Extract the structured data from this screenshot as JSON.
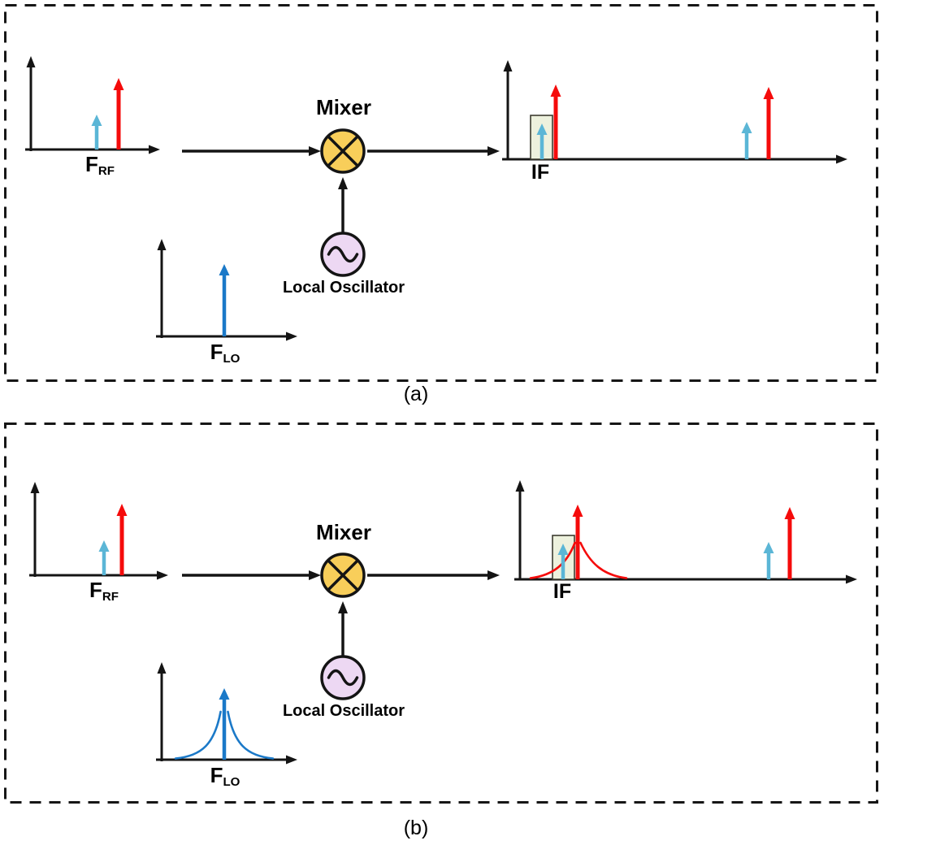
{
  "colors": {
    "red": "#F50B0B",
    "cyan": "#5BB6D6",
    "blue": "#1B79C8",
    "mixer_fill": "#F8CE5A",
    "lo_fill": "#EDD8F3",
    "if_fill": "#EDF1DD"
  },
  "panel_a": {
    "caption": "(a)",
    "mixer_label": "Mixer",
    "lo_label": "Local Oscillator",
    "rf_label": {
      "base": "F",
      "sub": "RF"
    },
    "lo_axis_label": {
      "base": "F",
      "sub": "LO"
    },
    "if_label": "IF"
  },
  "panel_b": {
    "caption": "(b)",
    "mixer_label": "Mixer",
    "lo_label": "Local Oscillator",
    "rf_label": {
      "base": "F",
      "sub": "RF"
    },
    "lo_axis_label": {
      "base": "F",
      "sub": "LO"
    },
    "if_label": "IF"
  }
}
